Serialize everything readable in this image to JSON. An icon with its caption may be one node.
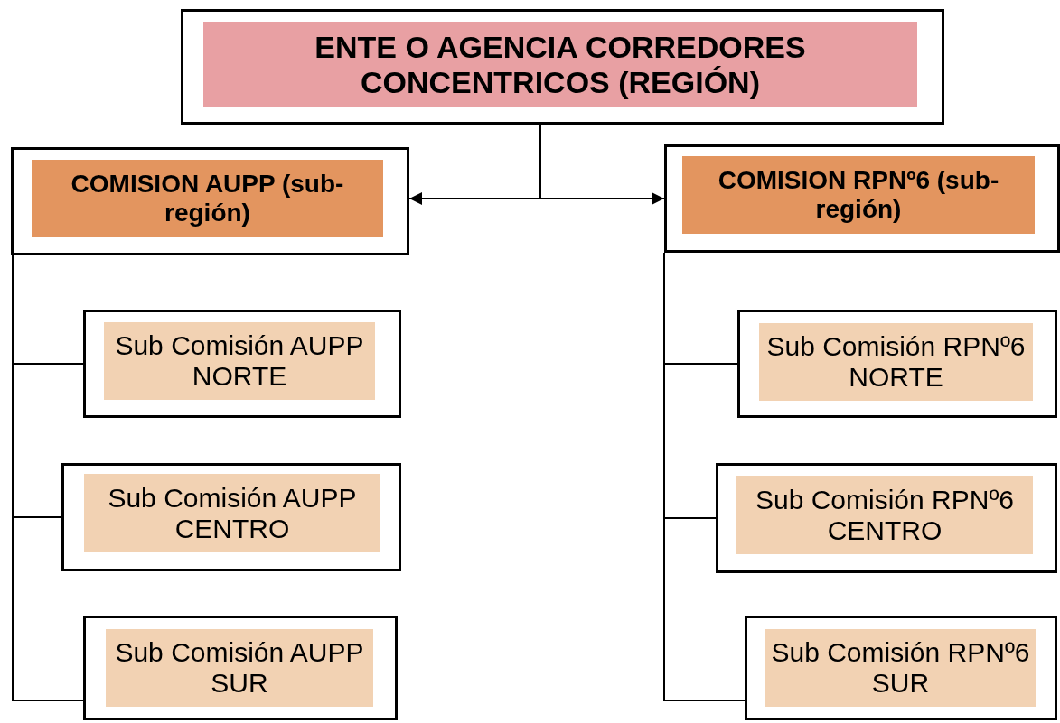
{
  "diagram": {
    "nodes": [
      {
        "text": [
          "ENTE O AGENCIA CORREDORES CONCENTRICOS (REGIÓN)"
        ]
      },
      {
        "text": [
          "COMISION AUPP (sub-región)"
        ]
      },
      {
        "text": [
          "COMISION RPNº6 (sub-región)"
        ]
      },
      {
        "text": [
          "Sub Comisión AUPP NORTE"
        ]
      },
      {
        "text": [
          "Sub Comisión AUPP CENTRO"
        ]
      },
      {
        "text": [
          "Sub Comisión AUPP SUR"
        ]
      },
      {
        "text": [
          "Sub Comisión RPNº6 NORTE"
        ]
      },
      {
        "text": [
          "Sub Comisión RPNº6 CENTRO"
        ]
      },
      {
        "text": [
          "Sub Comisión RPNº6 SUR"
        ]
      }
    ],
    "edges": [
      {
        "from": 0,
        "to": 1,
        "arrow": "to"
      },
      {
        "from": 0,
        "to": 2,
        "arrow": "to"
      },
      {
        "from": 1,
        "to": 3,
        "arrow": "none"
      },
      {
        "from": 1,
        "to": 4,
        "arrow": "none"
      },
      {
        "from": 1,
        "to": 5,
        "arrow": "none"
      },
      {
        "from": 2,
        "to": 6,
        "arrow": "none"
      },
      {
        "from": 2,
        "to": 7,
        "arrow": "none"
      },
      {
        "from": 2,
        "to": 8,
        "arrow": "none"
      }
    ]
  }
}
